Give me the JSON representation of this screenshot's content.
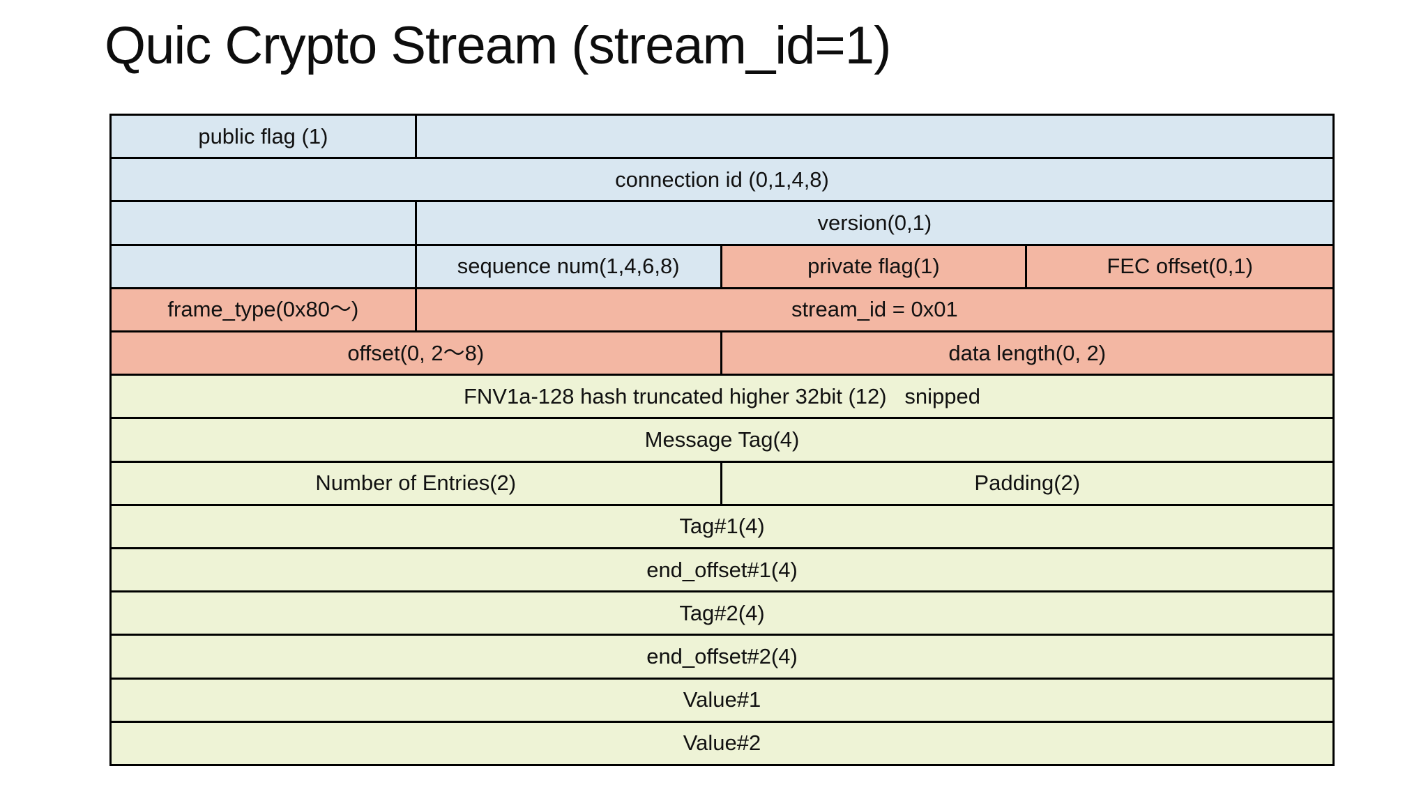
{
  "title": "Quic Crypto Stream (stream_id=1)",
  "colors": {
    "background": "#ffffff",
    "border": "#000000",
    "text": "#111111",
    "blue": "#d9e7f1",
    "salmon": "#f3b7a3",
    "green": "#eef3d6"
  },
  "diagram": {
    "columns": 4,
    "rows": [
      {
        "cells": [
          {
            "label": "public flag (1)",
            "span": 1,
            "color": "blue"
          },
          {
            "label": "",
            "span": 3,
            "color": "blue"
          }
        ]
      },
      {
        "cells": [
          {
            "label": "connection id (0,1,4,8)",
            "span": 4,
            "color": "blue"
          }
        ]
      },
      {
        "cells": [
          {
            "label": "",
            "span": 1,
            "color": "blue"
          },
          {
            "label": "version(0,1)",
            "span": 3,
            "color": "blue"
          }
        ]
      },
      {
        "cells": [
          {
            "label": "",
            "span": 1,
            "color": "blue"
          },
          {
            "label": "sequence num(1,4,6,8)",
            "span": 1,
            "color": "blue"
          },
          {
            "label": "private flag(1)",
            "span": 1,
            "color": "salmon"
          },
          {
            "label": "FEC offset(0,1)",
            "span": 1,
            "color": "salmon"
          }
        ]
      },
      {
        "cells": [
          {
            "label": "frame_type(0x80〜)",
            "span": 1,
            "color": "salmon"
          },
          {
            "label": "stream_id = 0x01",
            "span": 3,
            "color": "salmon"
          }
        ]
      },
      {
        "cells": [
          {
            "label": "offset(0, 2〜8)",
            "span": 2,
            "color": "salmon"
          },
          {
            "label": "data length(0, 2)",
            "span": 2,
            "color": "salmon"
          }
        ]
      },
      {
        "cells": [
          {
            "label": "FNV1a-128 hash truncated higher 32bit (12)   snipped",
            "span": 4,
            "color": "green"
          }
        ]
      },
      {
        "cells": [
          {
            "label": "Message Tag(4)",
            "span": 4,
            "color": "green"
          }
        ]
      },
      {
        "cells": [
          {
            "label": "Number of Entries(2)",
            "span": 2,
            "color": "green"
          },
          {
            "label": "Padding(2)",
            "span": 2,
            "color": "green"
          }
        ]
      },
      {
        "cells": [
          {
            "label": "Tag#1(4)",
            "span": 4,
            "color": "green"
          }
        ]
      },
      {
        "cells": [
          {
            "label": "end_offset#1(4)",
            "span": 4,
            "color": "green"
          }
        ]
      },
      {
        "cells": [
          {
            "label": "Tag#2(4)",
            "span": 4,
            "color": "green"
          }
        ]
      },
      {
        "cells": [
          {
            "label": "end_offset#2(4)",
            "span": 4,
            "color": "green"
          }
        ]
      },
      {
        "cells": [
          {
            "label": "Value#1",
            "span": 4,
            "color": "green"
          }
        ]
      },
      {
        "cells": [
          {
            "label": "Value#2",
            "span": 4,
            "color": "green"
          }
        ]
      }
    ]
  }
}
